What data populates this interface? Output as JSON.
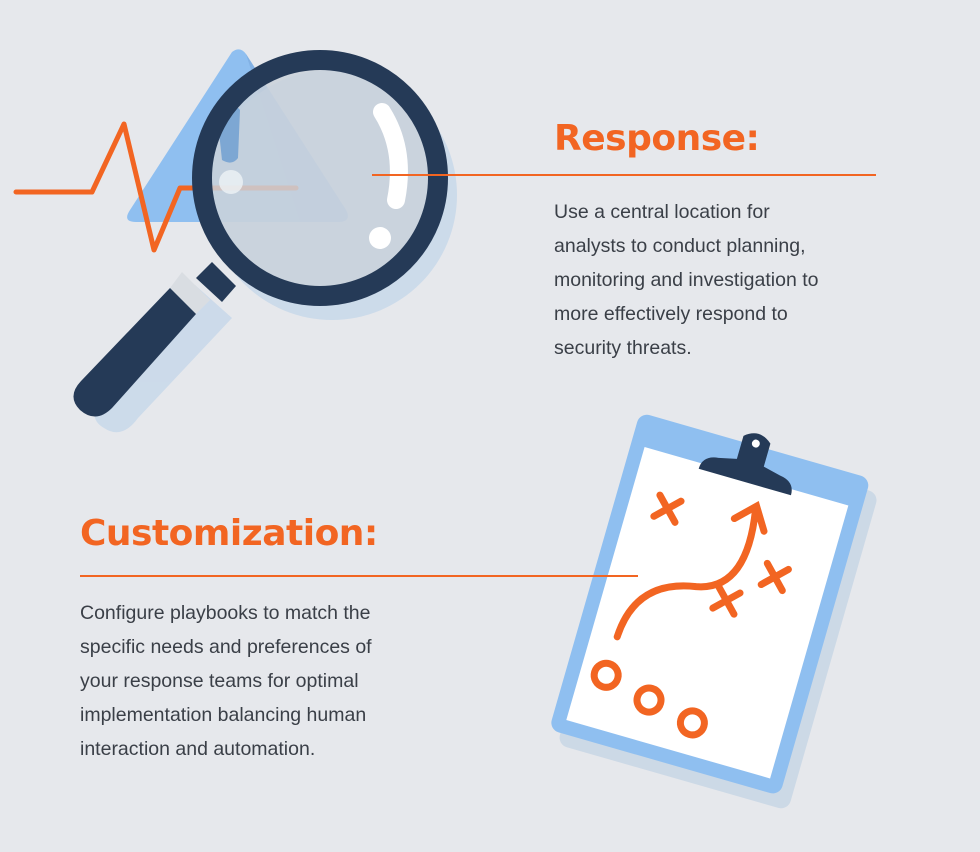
{
  "sections": [
    {
      "title": "Response:",
      "lines": [
        "Use a central location for",
        "analysts to conduct planning,",
        "monitoring and investigation to",
        "more effectively respond to",
        "security threats."
      ],
      "illustration": "magnifying-glass-warning-heartbeat"
    },
    {
      "title": "Customization:",
      "lines": [
        "Configure playbooks to match the",
        "specific needs and preferences of",
        "your response teams for optimal",
        "implementation balancing human",
        "interaction and automation."
      ],
      "illustration": "clipboard-playbook"
    }
  ],
  "colors": {
    "background": "#e6e8ec",
    "accent": "#f26522",
    "navy": "#253a57",
    "light_blue": "#8fbff0",
    "text": "#3a3f47"
  }
}
